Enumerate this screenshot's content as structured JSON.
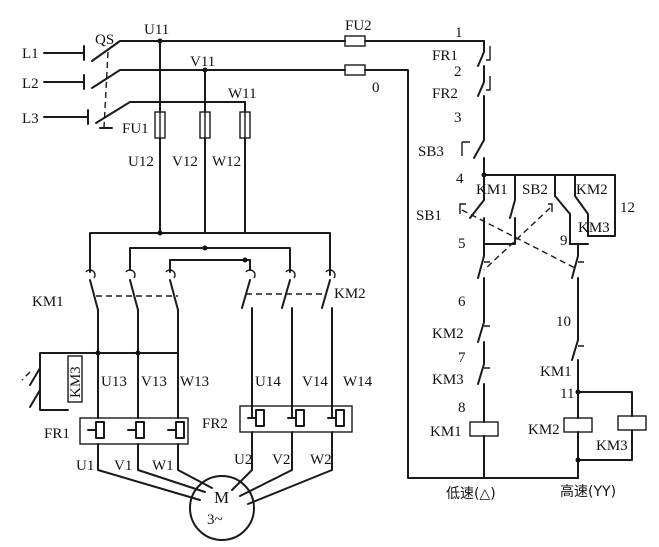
{
  "supply": {
    "phases": [
      "L1",
      "L2",
      "L3"
    ],
    "switch": "QS",
    "nodes_top": [
      "U11",
      "V11",
      "W11"
    ],
    "fuse_main": "FU1",
    "nodes_after_fuse": [
      "U12",
      "V12",
      "W12"
    ]
  },
  "control_fuse": {
    "label": "FU2",
    "node_1": "1",
    "node_0": "0"
  },
  "contactors": {
    "low": "KM1",
    "high": "KM2",
    "star": "KM3"
  },
  "low_branch": {
    "terminals": [
      "U13",
      "V13",
      "W13"
    ],
    "relay": "FR1",
    "motor_terms": [
      "U1",
      "V1",
      "W1"
    ]
  },
  "high_branch": {
    "terminals": [
      "U14",
      "V14",
      "W14"
    ],
    "relay": "FR2",
    "motor_terms": [
      "U2",
      "V2",
      "W2"
    ]
  },
  "motor": {
    "label": "M",
    "phase": "3~"
  },
  "control": {
    "fr1": "FR1",
    "fr2": "FR2",
    "stop": "SB3",
    "low_start": "SB1",
    "high_start": "SB2",
    "contact_km1": "KM1",
    "contact_km2": "KM2",
    "contact_km3": "KM3",
    "nodes": [
      "1",
      "2",
      "3",
      "4",
      "5",
      "6",
      "7",
      "8",
      "9",
      "10",
      "11",
      "12"
    ],
    "coil_km1": "KM1",
    "coil_km2": "KM2",
    "coil_km3": "KM3",
    "low_speed_label": "低速(△)",
    "high_speed_label": "高速(YY)"
  }
}
